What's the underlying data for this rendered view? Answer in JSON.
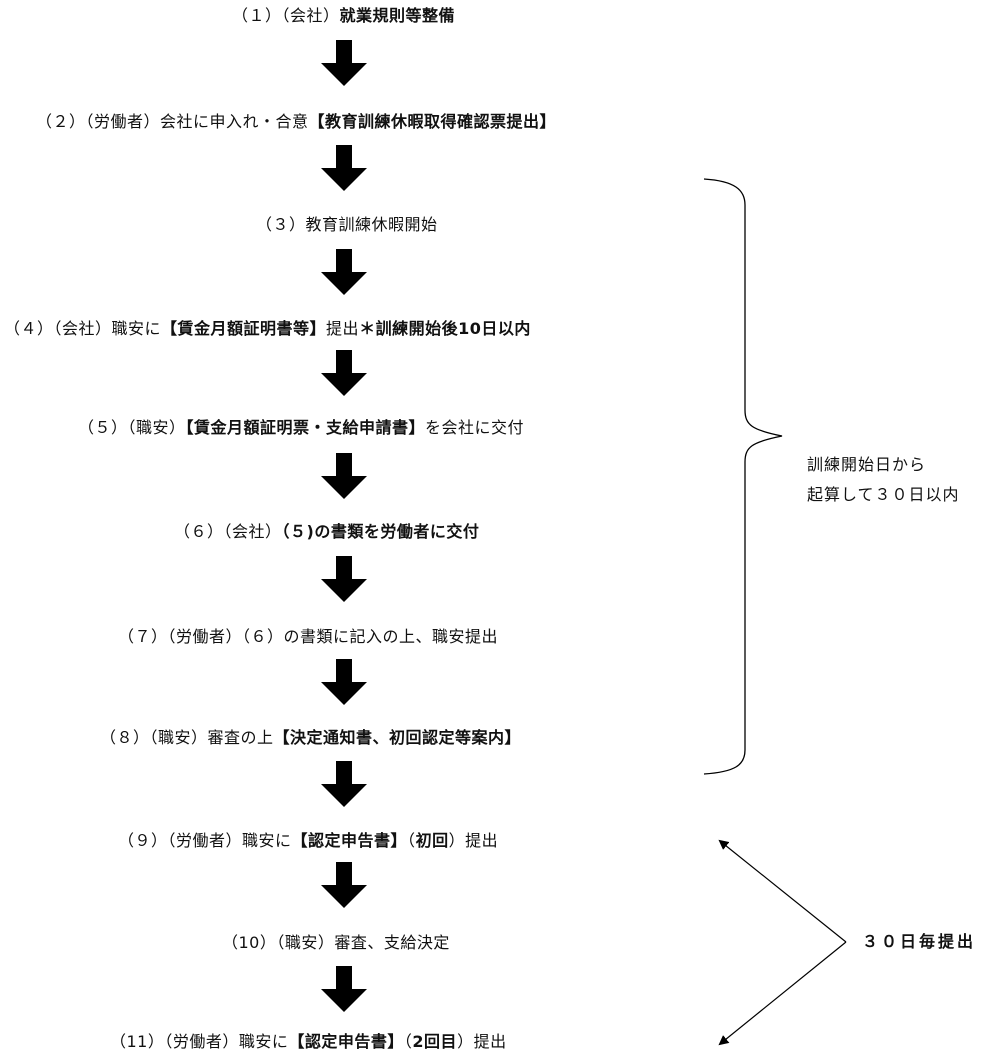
{
  "flow": {
    "steps": [
      {
        "num": "（１）",
        "parts": [
          {
            "t": "（会社）",
            "b": false
          },
          {
            "t": "就業規則等整備",
            "b": true
          }
        ]
      },
      {
        "num": "（２）",
        "parts": [
          {
            "t": "（労働者）会社に申入れ・合意",
            "b": false
          },
          {
            "t": "【教育訓練休暇取得確認票提出】",
            "b": true
          }
        ]
      },
      {
        "num": "（３）",
        "parts": [
          {
            "t": "教育訓練休暇開始",
            "b": false
          }
        ]
      },
      {
        "num": "（４）",
        "parts": [
          {
            "t": "（会社）職安に",
            "b": false
          },
          {
            "t": "【賃金月額証明書等】",
            "b": true
          },
          {
            "t": "提出",
            "b": false
          },
          {
            "t": "＊訓練開始後10日以内",
            "b": true
          }
        ]
      },
      {
        "num": "（５）",
        "parts": [
          {
            "t": "（職安）",
            "b": false
          },
          {
            "t": "【賃金月額証明票・支給申請書】",
            "b": true
          },
          {
            "t": "を会社に交付",
            "b": false
          }
        ]
      },
      {
        "num": "（６）",
        "parts": [
          {
            "t": "（会社）",
            "b": false
          },
          {
            "t": "（５)の書類を労働者に交付",
            "b": true
          }
        ]
      },
      {
        "num": "（７）",
        "parts": [
          {
            "t": "（労働者）（６）の書類に記入の上、職安提出",
            "b": false
          }
        ]
      },
      {
        "num": "（８）",
        "parts": [
          {
            "t": "（職安）審査の上",
            "b": false
          },
          {
            "t": "【決定通知書、初回認定等案内】",
            "b": true
          }
        ]
      },
      {
        "num": "（９）",
        "parts": [
          {
            "t": "（労働者）職安に",
            "b": false
          },
          {
            "t": "【認定申告書】",
            "b": true
          },
          {
            "t": "（",
            "b": false
          },
          {
            "t": "初回",
            "b": true
          },
          {
            "t": "）提出",
            "b": false
          }
        ]
      },
      {
        "num": "（10）",
        "parts": [
          {
            "t": "（職安）審査、支給決定",
            "b": false
          }
        ]
      },
      {
        "num": "（11）",
        "parts": [
          {
            "t": "（労働者）職安に",
            "b": false
          },
          {
            "t": "【認定申告書】",
            "b": true
          },
          {
            "t": "（",
            "b": false
          },
          {
            "t": "2回目",
            "b": true
          },
          {
            "t": "）提出",
            "b": false
          }
        ]
      }
    ]
  },
  "brace_note": {
    "line1": "訓練開始日から",
    "line2": "起算して３０日以内"
  },
  "cycle_note": {
    "label": "３０日毎提出"
  },
  "icons": {
    "step_arrow": "down-arrow-icon",
    "brace": "right-curly-brace",
    "cycle_arrows": "double-headed-arrows"
  }
}
